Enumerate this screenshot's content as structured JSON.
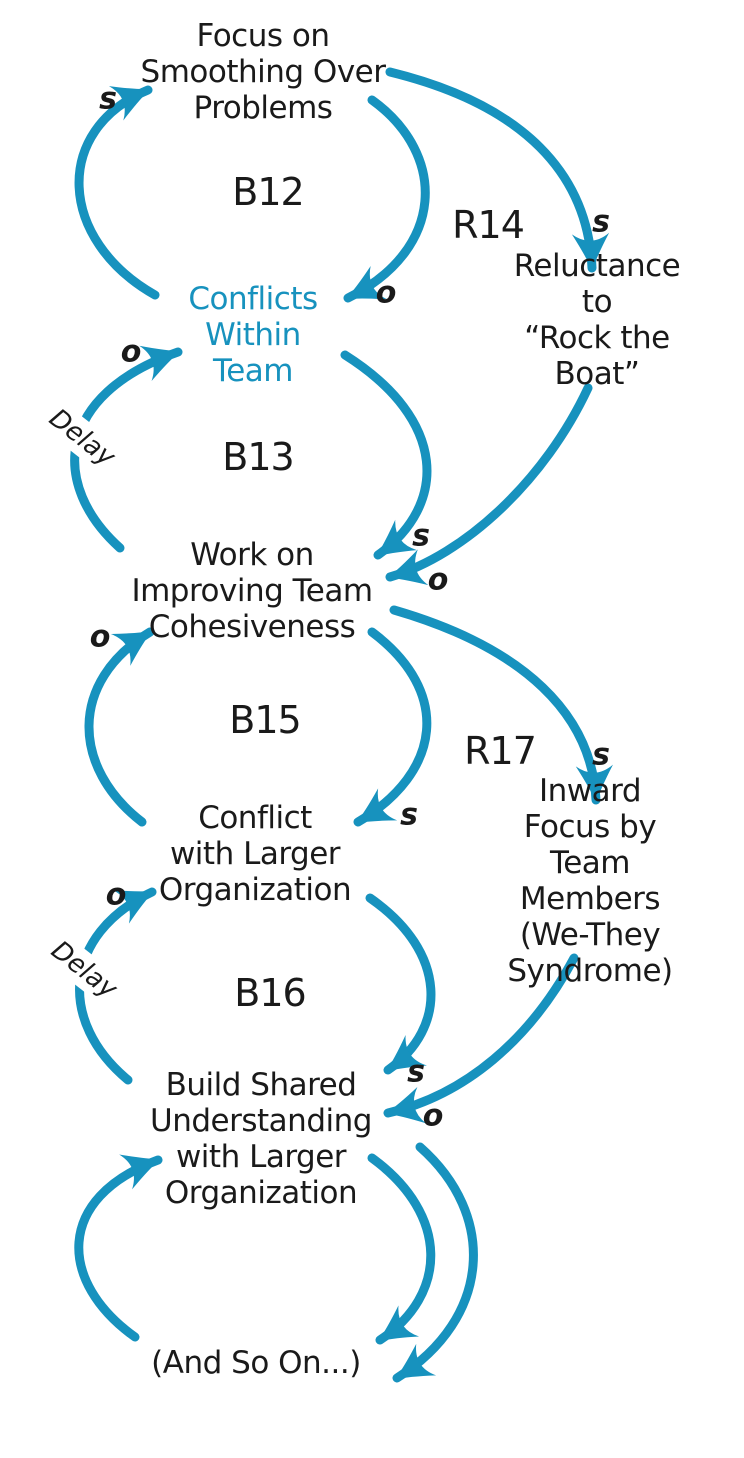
{
  "title": "Team Conflict Causal Loop Diagram",
  "colors": {
    "accent": "#1792BE",
    "text": "#1A1A1A",
    "background": "#FFFFFF"
  },
  "nodes": [
    {
      "id": "focus-smoothing",
      "label": "Focus on\nSmoothing Over\nProblems"
    },
    {
      "id": "conflicts-within-team",
      "label": "Conflicts\nWithin\nTeam"
    },
    {
      "id": "reluctance-rock-boat",
      "label": "Reluctance to\n“Rock the Boat”"
    },
    {
      "id": "work-improving-cohesiveness",
      "label": "Work on\nImproving Team\nCohesiveness"
    },
    {
      "id": "conflict-larger-org",
      "label": "Conflict\nwith Larger\nOrganization"
    },
    {
      "id": "inward-focus",
      "label": "Inward Focus by\nTeam Members\n(We-They Syndrome)"
    },
    {
      "id": "build-shared-understanding",
      "label": "Build Shared\nUnderstanding\nwith Larger\nOrganization"
    },
    {
      "id": "and-so-on",
      "label": "(And So On...)"
    }
  ],
  "loop_labels": [
    {
      "id": "B12",
      "text": "B12"
    },
    {
      "id": "R14",
      "text": "R14"
    },
    {
      "id": "B13",
      "text": "B13"
    },
    {
      "id": "B15",
      "text": "B15"
    },
    {
      "id": "R17",
      "text": "R17"
    },
    {
      "id": "B16",
      "text": "B16"
    }
  ],
  "link_labels": {
    "s_b12": "s",
    "o_b12": "o",
    "s_r14": "s",
    "o_b13": "o",
    "s_conflicts_work": "s",
    "o_reluctance_work": "o",
    "o_b15": "o",
    "s_b15": "s",
    "s_r17": "s",
    "o_b16": "o",
    "s_b16": "s",
    "o_inward_build": "o",
    "delay_b13": "Delay",
    "delay_b16": "Delay"
  }
}
